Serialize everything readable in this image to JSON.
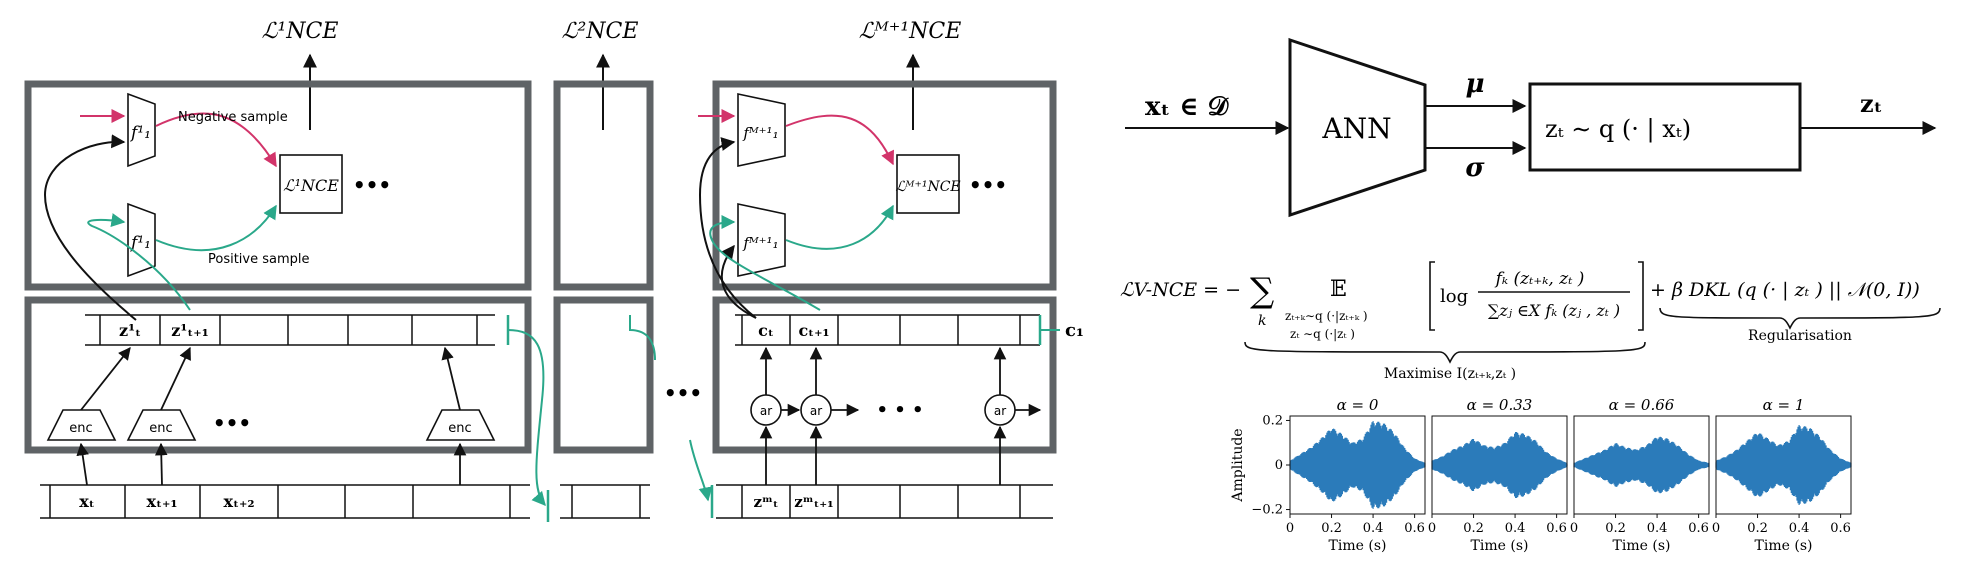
{
  "left": {
    "loss_top_1": "ℒ¹NCE",
    "loss_top_2": "ℒ²NCE",
    "loss_top_M": "ℒᴹ⁺¹NCE",
    "panel1": {
      "f_neg": "f¹₁",
      "f_pos": "f¹₁",
      "loss_box": "ℒ¹NCE",
      "dots": "•••",
      "negative_label": "Negative sample",
      "positive_label": "Positive sample",
      "z_cells": [
        "z¹ₜ",
        "z¹ₜ₊₁"
      ],
      "enc_labels": [
        "enc",
        "enc",
        "enc"
      ],
      "enc_dots": "•••",
      "x_cells": [
        "xₜ",
        "xₜ₊₁",
        "xₜ₊₂"
      ]
    },
    "middle_dots": "•••",
    "panel3": {
      "f_neg": "fᴹ⁺¹₁",
      "f_pos": "fᴹ⁺¹₁",
      "loss_box": "ℒᴹ⁺¹NCE",
      "dots": "•••",
      "c_cells": [
        "cₜ",
        "cₜ₊₁"
      ],
      "c1_label": "c₁",
      "ar_labels": [
        "ar",
        "ar",
        "ar"
      ],
      "ar_dots": "• • •",
      "zm_cells": [
        "zᵐₜ",
        "zᵐₜ₊₁"
      ]
    }
  },
  "right": {
    "vae": {
      "input_label": "xₜ  ∈ 𝒟",
      "ann_label": "ANN",
      "mu_label": "μ",
      "sigma_label": "σ",
      "box_label": "zₜ  ∼ q  (· | xₜ)",
      "output_label": "zₜ"
    },
    "equation": {
      "lhs": "ℒV-NCE = −",
      "sum": "∑",
      "sum_sub": "k",
      "expect": "𝔼",
      "expect_sub1": "zₜ₊ₖ∼q  (·|zₜ₊ₖ )",
      "expect_sub2": "zₜ ∼q  (·|zₜ   )",
      "log_num": "fₖ (zₜ₊ₖ, zₜ )",
      "log_prefix": "log",
      "log_den": "∑zⱼ ∈X fₖ (zⱼ , zₜ )",
      "reg_term": "+ β DKL (q  (· | zₜ     ) || 𝒩(0, I))",
      "maximise_label": "Maximise I(zₜ₊ₖ,zₜ )",
      "regularisation_label": "Regularisation"
    }
  },
  "chart_data": [
    {
      "type": "area",
      "title": "α = 0",
      "xlabel": "Time (s)",
      "ylabel": "Amplitude",
      "xlim": [
        0,
        0.65
      ],
      "ylim": [
        -0.22,
        0.22
      ],
      "xticks": [
        "0",
        "0.2",
        "0.4",
        "0.6"
      ],
      "yticks": [
        "0.2",
        "0",
        "−0.2"
      ],
      "color": "#2b7bba",
      "envelope": [
        {
          "t": 0.0,
          "a": 0.02
        },
        {
          "t": 0.05,
          "a": 0.05
        },
        {
          "t": 0.1,
          "a": 0.08
        },
        {
          "t": 0.15,
          "a": 0.12
        },
        {
          "t": 0.2,
          "a": 0.17
        },
        {
          "t": 0.25,
          "a": 0.14
        },
        {
          "t": 0.3,
          "a": 0.1
        },
        {
          "t": 0.35,
          "a": 0.12
        },
        {
          "t": 0.4,
          "a": 0.2
        },
        {
          "t": 0.45,
          "a": 0.19
        },
        {
          "t": 0.5,
          "a": 0.15
        },
        {
          "t": 0.55,
          "a": 0.08
        },
        {
          "t": 0.6,
          "a": 0.03
        },
        {
          "t": 0.65,
          "a": 0.01
        }
      ]
    },
    {
      "type": "area",
      "title": "α = 0.33",
      "xlabel": "Time (s)",
      "ylabel": "",
      "xlim": [
        0,
        0.65
      ],
      "ylim": [
        -0.22,
        0.22
      ],
      "xticks": [
        "0",
        "0.2",
        "0.4",
        "0.6"
      ],
      "yticks": [],
      "color": "#2b7bba",
      "envelope": [
        {
          "t": 0.0,
          "a": 0.02
        },
        {
          "t": 0.05,
          "a": 0.04
        },
        {
          "t": 0.1,
          "a": 0.07
        },
        {
          "t": 0.15,
          "a": 0.09
        },
        {
          "t": 0.2,
          "a": 0.12
        },
        {
          "t": 0.25,
          "a": 0.09
        },
        {
          "t": 0.3,
          "a": 0.08
        },
        {
          "t": 0.35,
          "a": 0.1
        },
        {
          "t": 0.4,
          "a": 0.15
        },
        {
          "t": 0.45,
          "a": 0.14
        },
        {
          "t": 0.5,
          "a": 0.11
        },
        {
          "t": 0.55,
          "a": 0.06
        },
        {
          "t": 0.6,
          "a": 0.03
        },
        {
          "t": 0.65,
          "a": 0.01
        }
      ]
    },
    {
      "type": "area",
      "title": "α = 0.66",
      "xlabel": "Time (s)",
      "ylabel": "",
      "xlim": [
        0,
        0.65
      ],
      "ylim": [
        -0.22,
        0.22
      ],
      "xticks": [
        "0",
        "0.2",
        "0.4",
        "0.6"
      ],
      "yticks": [],
      "color": "#2b7bba",
      "envelope": [
        {
          "t": 0.0,
          "a": 0.01
        },
        {
          "t": 0.05,
          "a": 0.03
        },
        {
          "t": 0.1,
          "a": 0.05
        },
        {
          "t": 0.15,
          "a": 0.07
        },
        {
          "t": 0.2,
          "a": 0.1
        },
        {
          "t": 0.25,
          "a": 0.08
        },
        {
          "t": 0.3,
          "a": 0.07
        },
        {
          "t": 0.35,
          "a": 0.09
        },
        {
          "t": 0.4,
          "a": 0.13
        },
        {
          "t": 0.45,
          "a": 0.12
        },
        {
          "t": 0.5,
          "a": 0.09
        },
        {
          "t": 0.55,
          "a": 0.05
        },
        {
          "t": 0.6,
          "a": 0.02
        },
        {
          "t": 0.65,
          "a": 0.01
        }
      ]
    },
    {
      "type": "area",
      "title": "α = 1",
      "xlabel": "Time (s)",
      "ylabel": "",
      "xlim": [
        0,
        0.65
      ],
      "ylim": [
        -0.22,
        0.22
      ],
      "xticks": [
        "0",
        "0.2",
        "0.4",
        "0.6"
      ],
      "yticks": [],
      "color": "#2b7bba",
      "envelope": [
        {
          "t": 0.0,
          "a": 0.02
        },
        {
          "t": 0.05,
          "a": 0.04
        },
        {
          "t": 0.1,
          "a": 0.07
        },
        {
          "t": 0.15,
          "a": 0.11
        },
        {
          "t": 0.2,
          "a": 0.15
        },
        {
          "t": 0.25,
          "a": 0.12
        },
        {
          "t": 0.3,
          "a": 0.09
        },
        {
          "t": 0.35,
          "a": 0.11
        },
        {
          "t": 0.4,
          "a": 0.18
        },
        {
          "t": 0.45,
          "a": 0.17
        },
        {
          "t": 0.5,
          "a": 0.13
        },
        {
          "t": 0.55,
          "a": 0.07
        },
        {
          "t": 0.6,
          "a": 0.03
        },
        {
          "t": 0.65,
          "a": 0.01
        }
      ]
    }
  ],
  "colors": {
    "panel_stroke": "#5f6366",
    "negative_arrow": "#d2346a",
    "positive_arrow": "#2aa88a",
    "ink": "#111111",
    "waveform": "#2b7bba"
  }
}
